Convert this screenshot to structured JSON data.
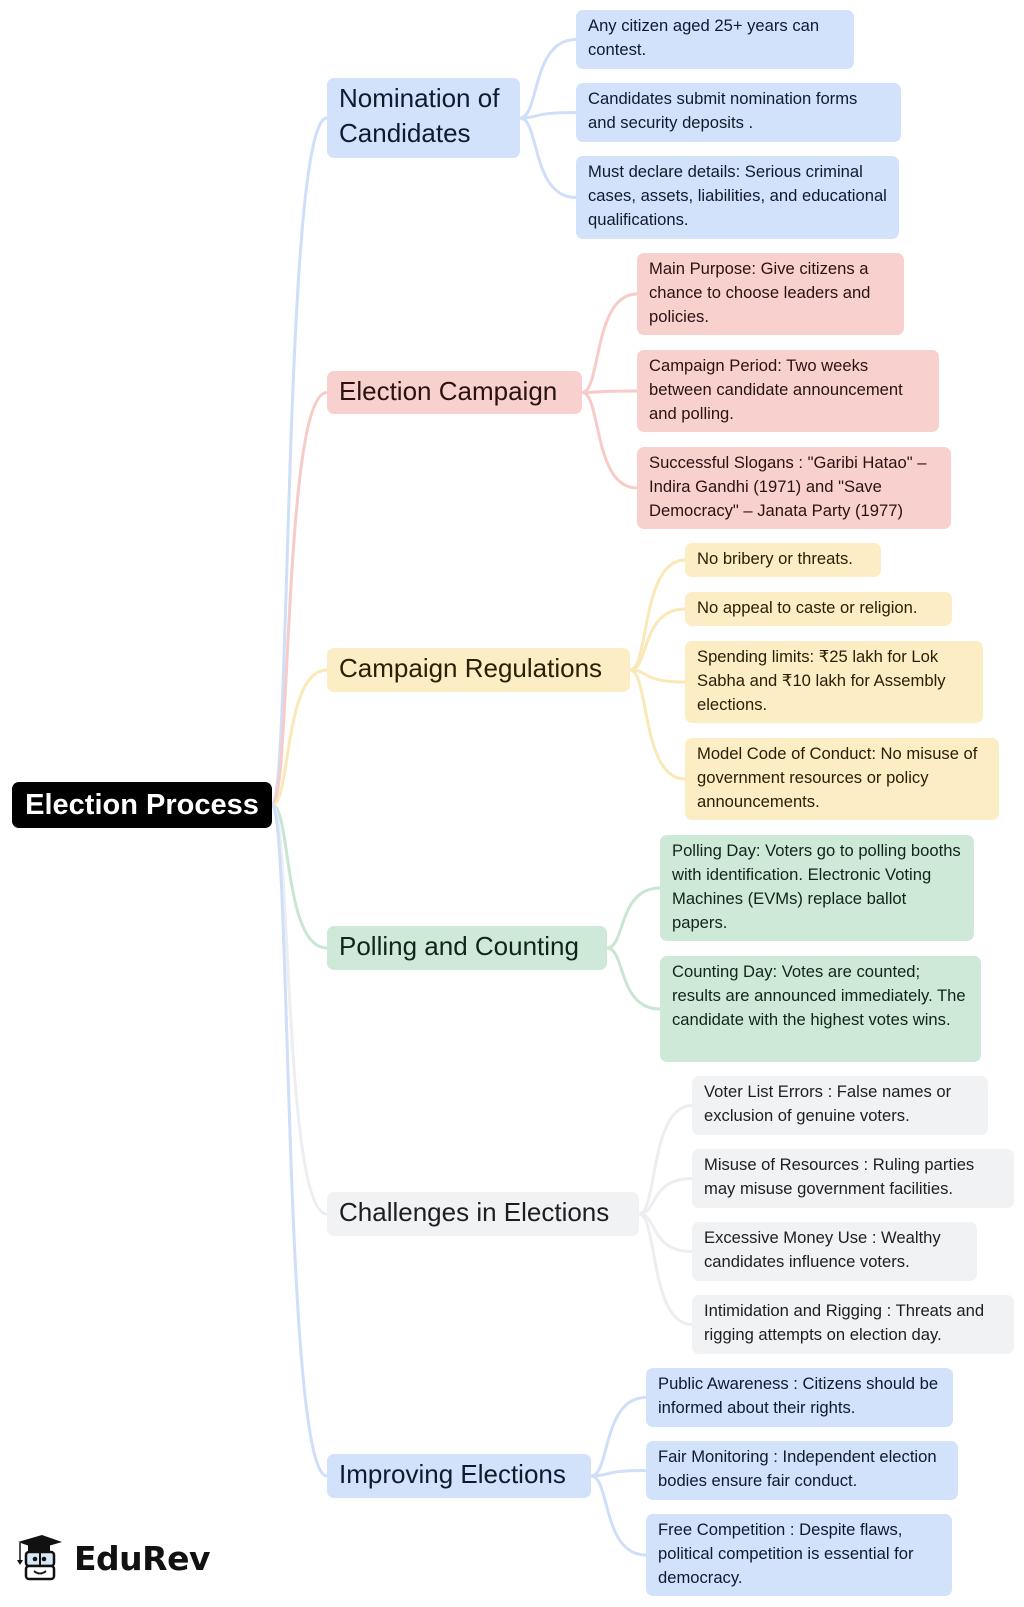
{
  "root": {
    "label": "Election Process",
    "color": "#000000",
    "text_color": "#ffffff"
  },
  "branches": [
    {
      "label": "Nomination of Candidates",
      "label_lines": [
        "Nomination of",
        "Candidates"
      ],
      "color": "#d2e2fb",
      "link_color": "#cfdff9",
      "children": [
        "Any citizen aged 25+ years can contest.",
        "Candidates submit nomination forms and security deposits .",
        "Must declare details: Serious criminal cases, assets, liabilities, and educational qualifications."
      ]
    },
    {
      "label": "Election Campaign",
      "color": "#f8d1cf",
      "link_color": "#f6cbc8",
      "children": [
        "Main Purpose: Give citizens a chance to choose leaders and policies.",
        "Campaign Period: Two weeks between candidate announcement and polling.",
        "Successful Slogans : \"Garibi Hatao\" – Indira Gandhi (1971) and \"Save Democracy\" – Janata Party (1977)"
      ]
    },
    {
      "label": "Campaign Regulations",
      "color": "#fdedc5",
      "link_color": "#fbe8b8",
      "children": [
        "No bribery or threats.",
        "No appeal to caste or religion.",
        "Spending limits: ₹25 lakh for Lok Sabha and ₹10 lakh for Assembly elections.",
        "Model Code of Conduct: No misuse of government resources or policy announcements."
      ]
    },
    {
      "label": "Polling and Counting",
      "color": "#cfe9d8",
      "link_color": "#c8e6d2",
      "children": [
        "Polling Day: Voters go to polling booths with identification. Electronic Voting Machines (EVMs) replace ballot papers.",
        "Counting Day: Votes are counted; results are announced immediately. The candidate with the highest votes wins."
      ]
    },
    {
      "label": "Challenges in Elections",
      "color": "#f1f2f4",
      "link_color": "#eceef1",
      "children": [
        "Voter List Errors : False names or exclusion of genuine voters.",
        "Misuse of Resources : Ruling parties may misuse government facilities.",
        "Excessive Money Use : Wealthy candidates influence voters.",
        "Intimidation and Rigging : Threats and rigging attempts on election day."
      ]
    },
    {
      "label": "Improving Elections",
      "color": "#d2e2fb",
      "link_color": "#cfdff9",
      "children": [
        "Public Awareness : Citizens should be informed about their rights.",
        "Fair Monitoring : Independent election bodies ensure fair conduct.",
        "Free Competition : Despite flaws, political competition is essential for democracy."
      ]
    }
  ],
  "logo": {
    "text": "EduRev",
    "icon": "graduation-cap-book-icon"
  }
}
